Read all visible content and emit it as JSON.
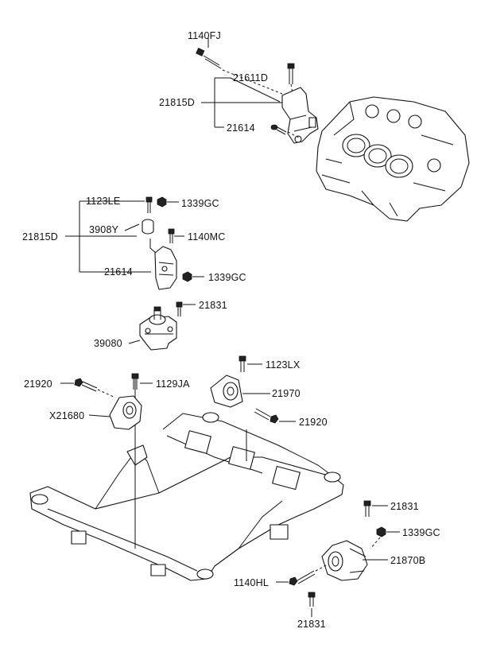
{
  "labels": {
    "l1140FJ": "1140FJ",
    "l21611D": "21611D",
    "l21815D_top": "21815D",
    "l21614_top": "21614",
    "l1123LE": "1123LE",
    "l1339GC_a": "1339GC",
    "l3908Y": "3908Y",
    "l21815D_mid": "21815D",
    "l1140MC": "1140MC",
    "l21614_mid": "21614",
    "l1339GC_b": "1339GC",
    "l21831_a": "21831",
    "l39080": "39080",
    "l21920_left": "21920",
    "l1129JA": "1129JA",
    "l1123LX": "1123LX",
    "l21970": "21970",
    "lX21680": "X21680",
    "l21920_right": "21920",
    "l21831_b": "21831",
    "l1339GC_c": "1339GC",
    "l21870B": "21870B",
    "l1140HL": "1140HL",
    "l21831_c": "21831"
  }
}
